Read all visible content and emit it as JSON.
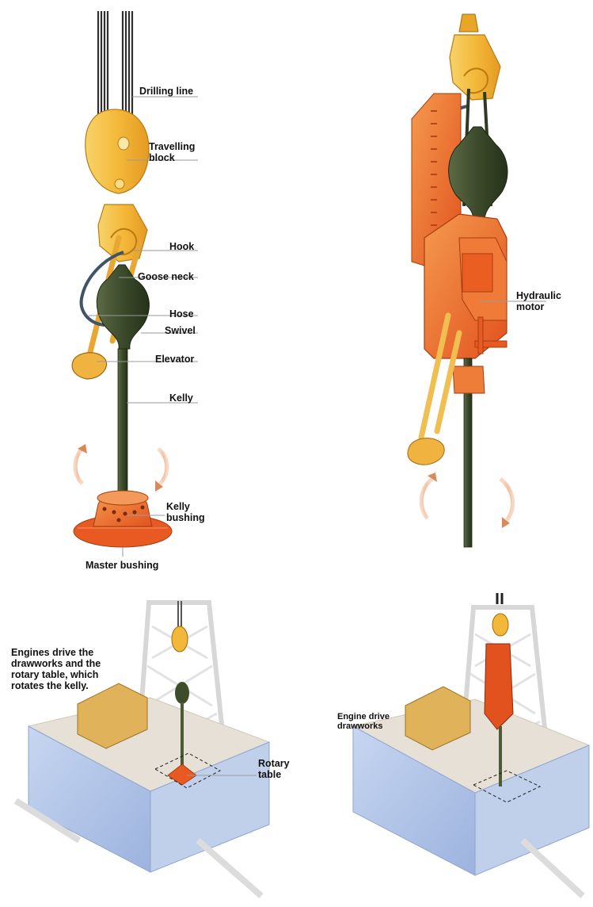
{
  "figure": {
    "kelly_system": {
      "labels": {
        "drilling_line": "Drilling line",
        "travelling_block": "Travelling block",
        "hook": "Hook",
        "goose_neck": "Goose neck",
        "hose": "Hose",
        "swivel": "Swivel",
        "elevator": "Elevator",
        "kelly": "Kelly",
        "kelly_bushing": "Kelly bushing",
        "master_bushing": "Master bushing"
      }
    },
    "top_drive_system": {
      "labels": {
        "hydraulic_motor": "Hydraulic motor"
      }
    },
    "rig_rotary": {
      "note": "Engines drive the drawworks and the rotary table, which rotates the kelly.",
      "labels": {
        "rotary_table": "Rotary table"
      }
    },
    "rig_top_drive": {
      "labels": {
        "engine_drive": "Engine drive drawworks"
      }
    }
  },
  "colors": {
    "block_yellow": "#f2b93b",
    "hook_yellow": "#f6c958",
    "motor_orange": "#ee6b2a",
    "swivel_green": "#3b4a2a",
    "kelly_green": "#4d5a36",
    "bushing_orange": "#ec6a2d",
    "rig_blue": "#aec3e8",
    "derrick_grey": "#dcdcdc"
  }
}
